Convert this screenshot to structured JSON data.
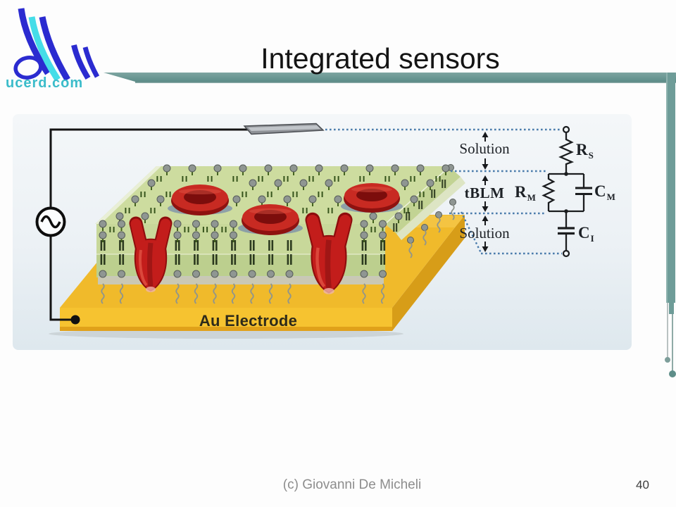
{
  "slide": {
    "title": "Integrated sensors",
    "footer": "(c) Giovanni De Micheli",
    "page_number": "40"
  },
  "logo": {
    "text": "ucerd.com"
  },
  "figure": {
    "electrode_label": "Au Electrode",
    "labels": {
      "solution_top": "Solution",
      "tblm": "tBLM",
      "solution_bottom": "Solution"
    },
    "circuit": {
      "rs": {
        "base": "R",
        "sub": "S"
      },
      "rm": {
        "base": "R",
        "sub": "M"
      },
      "cm": {
        "base": "C",
        "sub": "M"
      },
      "ci": {
        "base": "C",
        "sub": "I"
      }
    },
    "colors": {
      "accent_teal": "#6e9c98",
      "dashed_blue": "#4b7cac",
      "gold": "#f0ba2b",
      "membrane_green": "#cddc9f",
      "protein_red": "#c31d1b"
    }
  }
}
